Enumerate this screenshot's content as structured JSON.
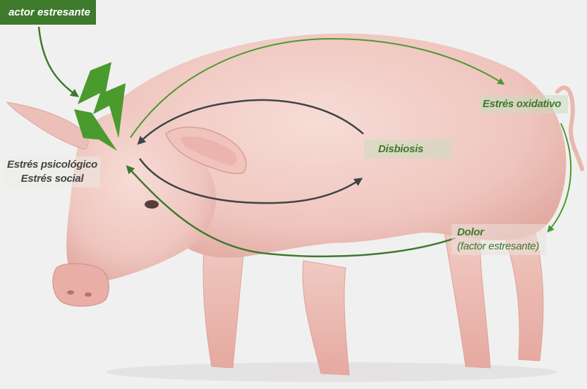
{
  "labels": {
    "stressor": "actor estresante",
    "oxidative_stress": "Estrés oxidativo",
    "dysbiosis": "Disbiosis",
    "psychological_stress": "Estrés psicológico",
    "social_stress": "Estrés social",
    "pain": "Dolor",
    "pain_note": "(factor estresante)"
  },
  "colors": {
    "green": "#3d7a2c",
    "bright_green": "#4a9a2e",
    "dark_arrow": "#3f4448",
    "pig_skin": "#efc6bf",
    "background": "#f1f0f0"
  },
  "icons": [
    "lightning-bolt-icon"
  ]
}
